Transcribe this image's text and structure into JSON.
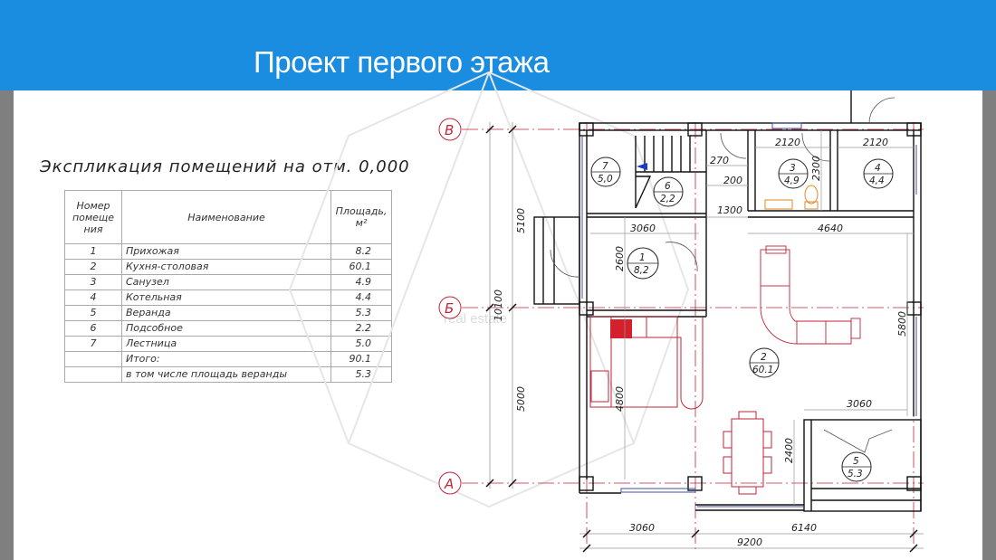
{
  "header": {
    "title": "Проект первого этажа",
    "background_color": "#1a8de0"
  },
  "explication": {
    "title": "Экспликация помещений на отм. 0,000",
    "columns": {
      "number": "Номер помеще ния",
      "name": "Наименование",
      "area": "Площадь, м²"
    },
    "rows": [
      {
        "number": "1",
        "name": "Прихожая",
        "area": "8.2"
      },
      {
        "number": "2",
        "name": "Кухня-столовая",
        "area": "60.1"
      },
      {
        "number": "3",
        "name": "Санузел",
        "area": "4.9"
      },
      {
        "number": "4",
        "name": "Котельная",
        "area": "4.4"
      },
      {
        "number": "5",
        "name": "Веранда",
        "area": "5.3"
      },
      {
        "number": "6",
        "name": "Подсобное",
        "area": "2.2"
      },
      {
        "number": "7",
        "name": "Лестница",
        "area": "5.0"
      },
      {
        "number": "",
        "name": "Итого:",
        "area": "90.1"
      },
      {
        "number": "",
        "name": "в том числе площадь веранды",
        "area": "5.3"
      }
    ]
  },
  "plan": {
    "axes": {
      "top": "В",
      "middle": "Б",
      "bottom": "А"
    },
    "rooms": [
      {
        "id": "1",
        "area": "8,2"
      },
      {
        "id": "2",
        "area": "60.1"
      },
      {
        "id": "3",
        "area": "4,9"
      },
      {
        "id": "4",
        "area": "4,4"
      },
      {
        "id": "5",
        "area": "5.3"
      },
      {
        "id": "6",
        "area": "2,2"
      },
      {
        "id": "7",
        "area": "5,0"
      }
    ],
    "dimensions": {
      "total_height": "10100",
      "upper_height": "5100",
      "lower_height": "5000",
      "bath_width": "2120",
      "boiler_width": "2120",
      "bath_height": "2300",
      "d270": "270",
      "d200": "200",
      "d1300": "1300",
      "hall_width": "3060",
      "hall_height": "2600",
      "living_width": "4640",
      "living_height": "5800",
      "kitchen_height": "4800",
      "veranda_top": "3060",
      "veranda_height": "2400",
      "bottom_left": "3060",
      "bottom_right": "6140",
      "total_width": "9200"
    },
    "watermark": "real estate"
  }
}
